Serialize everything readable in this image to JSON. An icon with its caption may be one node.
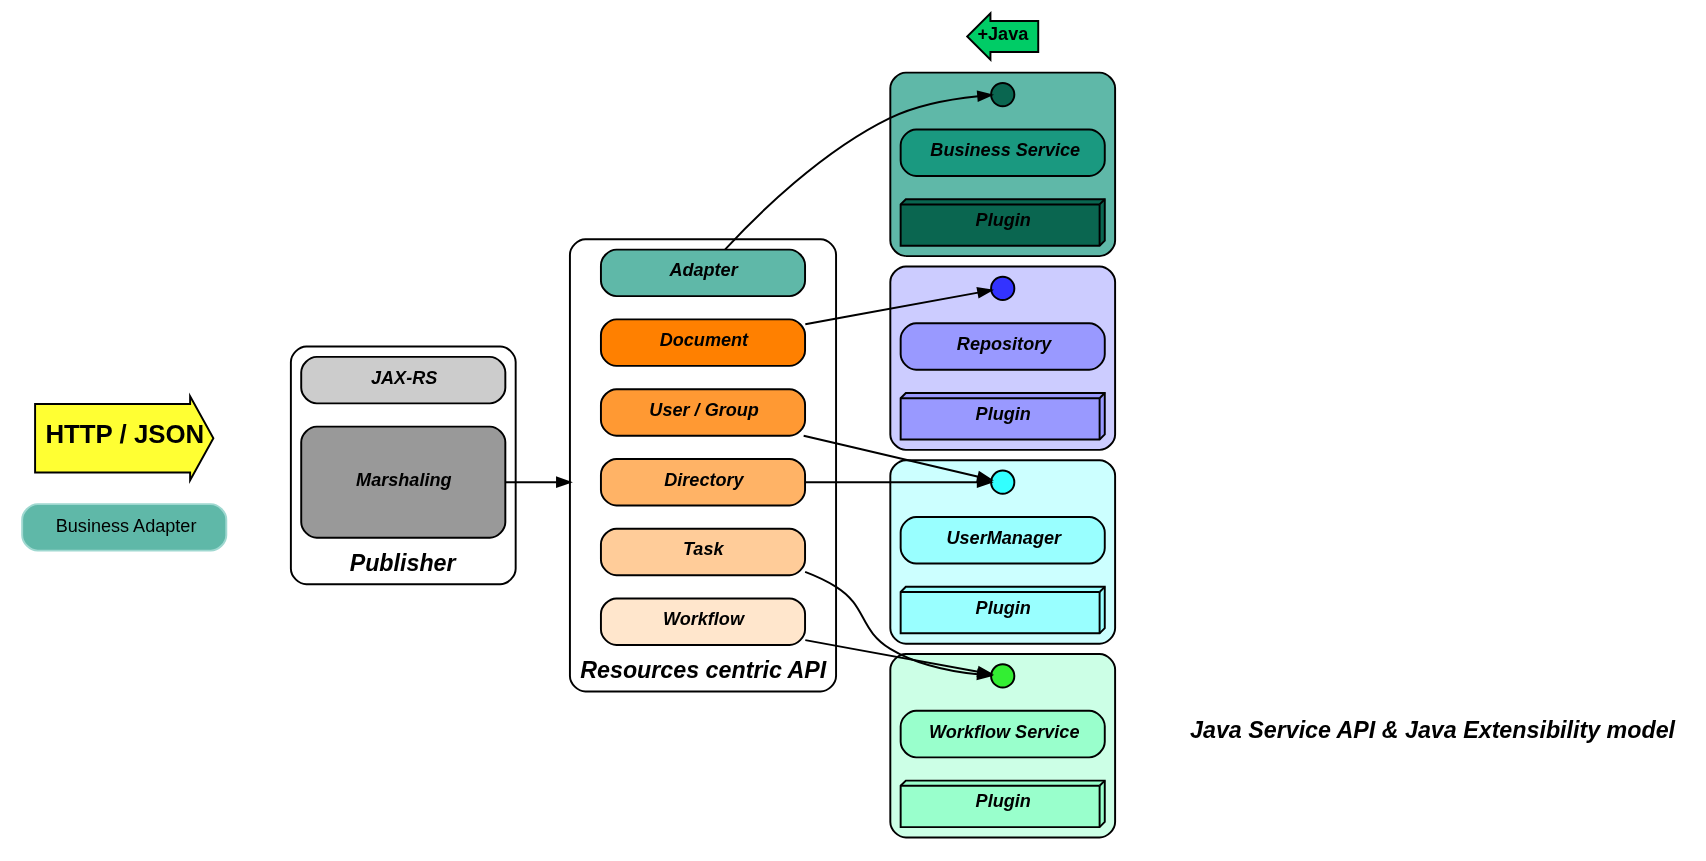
{
  "diagram": {
    "nodes": [
      {
        "text": [
          "HTTP / JSON"
        ]
      },
      {
        "text": [
          "Business Adapter"
        ]
      },
      {
        "text": [
          "Publisher"
        ]
      },
      {
        "text": [
          "JAX-RS"
        ],
        "in": 2
      },
      {
        "text": [
          "Marshaling"
        ],
        "in": 2
      },
      {
        "text": [
          "Resources centric API"
        ]
      },
      {
        "text": [
          "Adapter"
        ],
        "in": 5
      },
      {
        "text": [
          "+Java"
        ]
      },
      {
        "text": [
          "Document"
        ],
        "in": 5
      },
      {
        "text": [
          "User / Group"
        ],
        "in": 5
      },
      {
        "text": [
          "Directory"
        ],
        "in": 5
      },
      {
        "text": [
          "Task"
        ],
        "in": 5
      },
      {
        "text": [
          "Workflow"
        ],
        "in": 5
      },
      {
        "text": [],
        "shape": "box"
      },
      {
        "text": [],
        "shape": "circle",
        "in": 13
      },
      {
        "text": [
          "Business Service"
        ],
        "in": 13
      },
      {
        "text": [
          "Plugin"
        ],
        "in": 13
      },
      {
        "text": [],
        "shape": "box"
      },
      {
        "text": [],
        "shape": "circle",
        "in": 17
      },
      {
        "text": [
          "Repository"
        ],
        "in": 17
      },
      {
        "text": [
          "Plugin"
        ],
        "in": 17
      },
      {
        "text": [],
        "shape": "box"
      },
      {
        "text": [],
        "shape": "circle",
        "in": 21
      },
      {
        "text": [
          "UserManager"
        ],
        "in": 21
      },
      {
        "text": [
          "Plugin"
        ],
        "in": 21
      },
      {
        "text": [],
        "shape": "box"
      },
      {
        "text": [],
        "shape": "circle",
        "in": 25
      },
      {
        "text": [
          "Workflow Service"
        ],
        "in": 25
      },
      {
        "text": [
          "Plugin"
        ],
        "in": 25
      }
    ],
    "edges": [
      {
        "from": 4,
        "to": 5,
        "arrow": "to"
      },
      {
        "from": 6,
        "to": 14,
        "arrow": "to"
      },
      {
        "from": 8,
        "to": 18,
        "arrow": "to"
      },
      {
        "from": 9,
        "to": 22,
        "arrow": "to"
      },
      {
        "from": 10,
        "to": 22,
        "arrow": "to"
      },
      {
        "from": 11,
        "to": 26,
        "arrow": "to"
      },
      {
        "from": 12,
        "to": 26,
        "arrow": "to"
      }
    ],
    "labels": [
      "Java Service API & Java Extensibility model"
    ]
  }
}
